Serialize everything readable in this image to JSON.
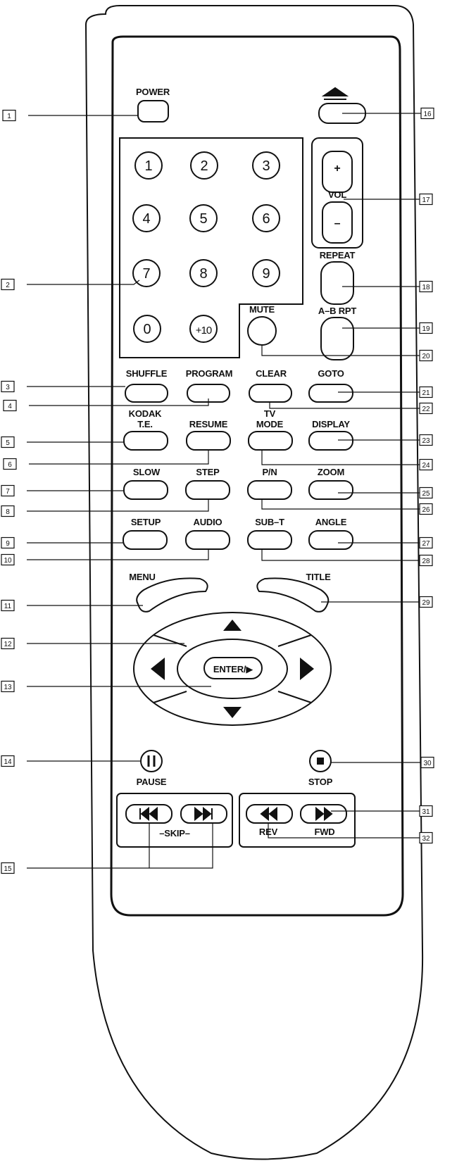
{
  "remote": {
    "labels": {
      "power": "POWER",
      "vol": "VOL",
      "vol_plus": "+",
      "vol_minus": "–",
      "repeat": "REPEAT",
      "ab_rpt": "A–B RPT",
      "mute": "MUTE",
      "shuffle": "SHUFFLE",
      "program": "PROGRAM",
      "clear": "CLEAR",
      "goto": "GOTO",
      "kodak_line1": "KODAK",
      "kodak_line2": "T.E.",
      "resume": "RESUME",
      "tv_line1": "TV",
      "tv_line2": "MODE",
      "display": "DISPLAY",
      "slow": "SLOW",
      "step": "STEP",
      "pn": "P/N",
      "zoom": "ZOOM",
      "setup": "SETUP",
      "audio": "AUDIO",
      "subt": "SUB–T",
      "angle": "ANGLE",
      "menu": "MENU",
      "title": "TITLE",
      "enter": "ENTER/▶",
      "pause": "PAUSE",
      "stop": "STOP",
      "skip": "–SKIP–",
      "rev": "REV",
      "fwd": "FWD"
    },
    "digits": [
      "1",
      "2",
      "3",
      "4",
      "5",
      "6",
      "7",
      "8",
      "9",
      "0",
      "+10"
    ]
  },
  "callouts": [
    "1",
    "2",
    "3",
    "4",
    "5",
    "6",
    "7",
    "8",
    "9",
    "10",
    "11",
    "12",
    "13",
    "14",
    "15",
    "16",
    "17",
    "18",
    "19",
    "20",
    "21",
    "22",
    "23",
    "24",
    "25",
    "26",
    "27",
    "28",
    "29",
    "30",
    "31",
    "32"
  ]
}
